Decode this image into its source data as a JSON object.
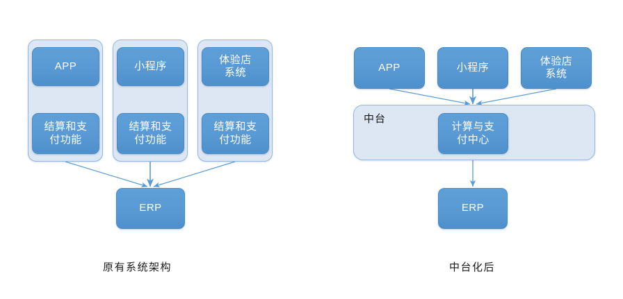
{
  "diagram": {
    "title_left": "原有系统架构",
    "title_right": "中台化后",
    "colors": {
      "node_fill": "#5B9BD5",
      "node_border": "#4A8AC4",
      "group_fill": "#DDE7F3",
      "group_border": "#93B7DE",
      "edge": "#5B9BD5",
      "node_text": "#FFFFFF",
      "caption_text": "#1A1A1A"
    }
  },
  "left_panel": {
    "caption": "原有系统架构",
    "groups": [
      {
        "channel_label": "APP",
        "function_label": "结算和支\n付功能"
      },
      {
        "channel_label": "小程序",
        "function_label": "结算和支\n付功能"
      },
      {
        "channel_label": "体验店\n系统",
        "function_label": "结算和支\n付功能"
      }
    ],
    "erp_label": "ERP"
  },
  "right_panel": {
    "caption": "中台化后",
    "channels": [
      {
        "label": "APP"
      },
      {
        "label": "小程序"
      },
      {
        "label": "体验店\n系统"
      }
    ],
    "platform": {
      "label": "中台",
      "center_label": "计算与支\n付中心"
    },
    "erp_label": "ERP"
  }
}
